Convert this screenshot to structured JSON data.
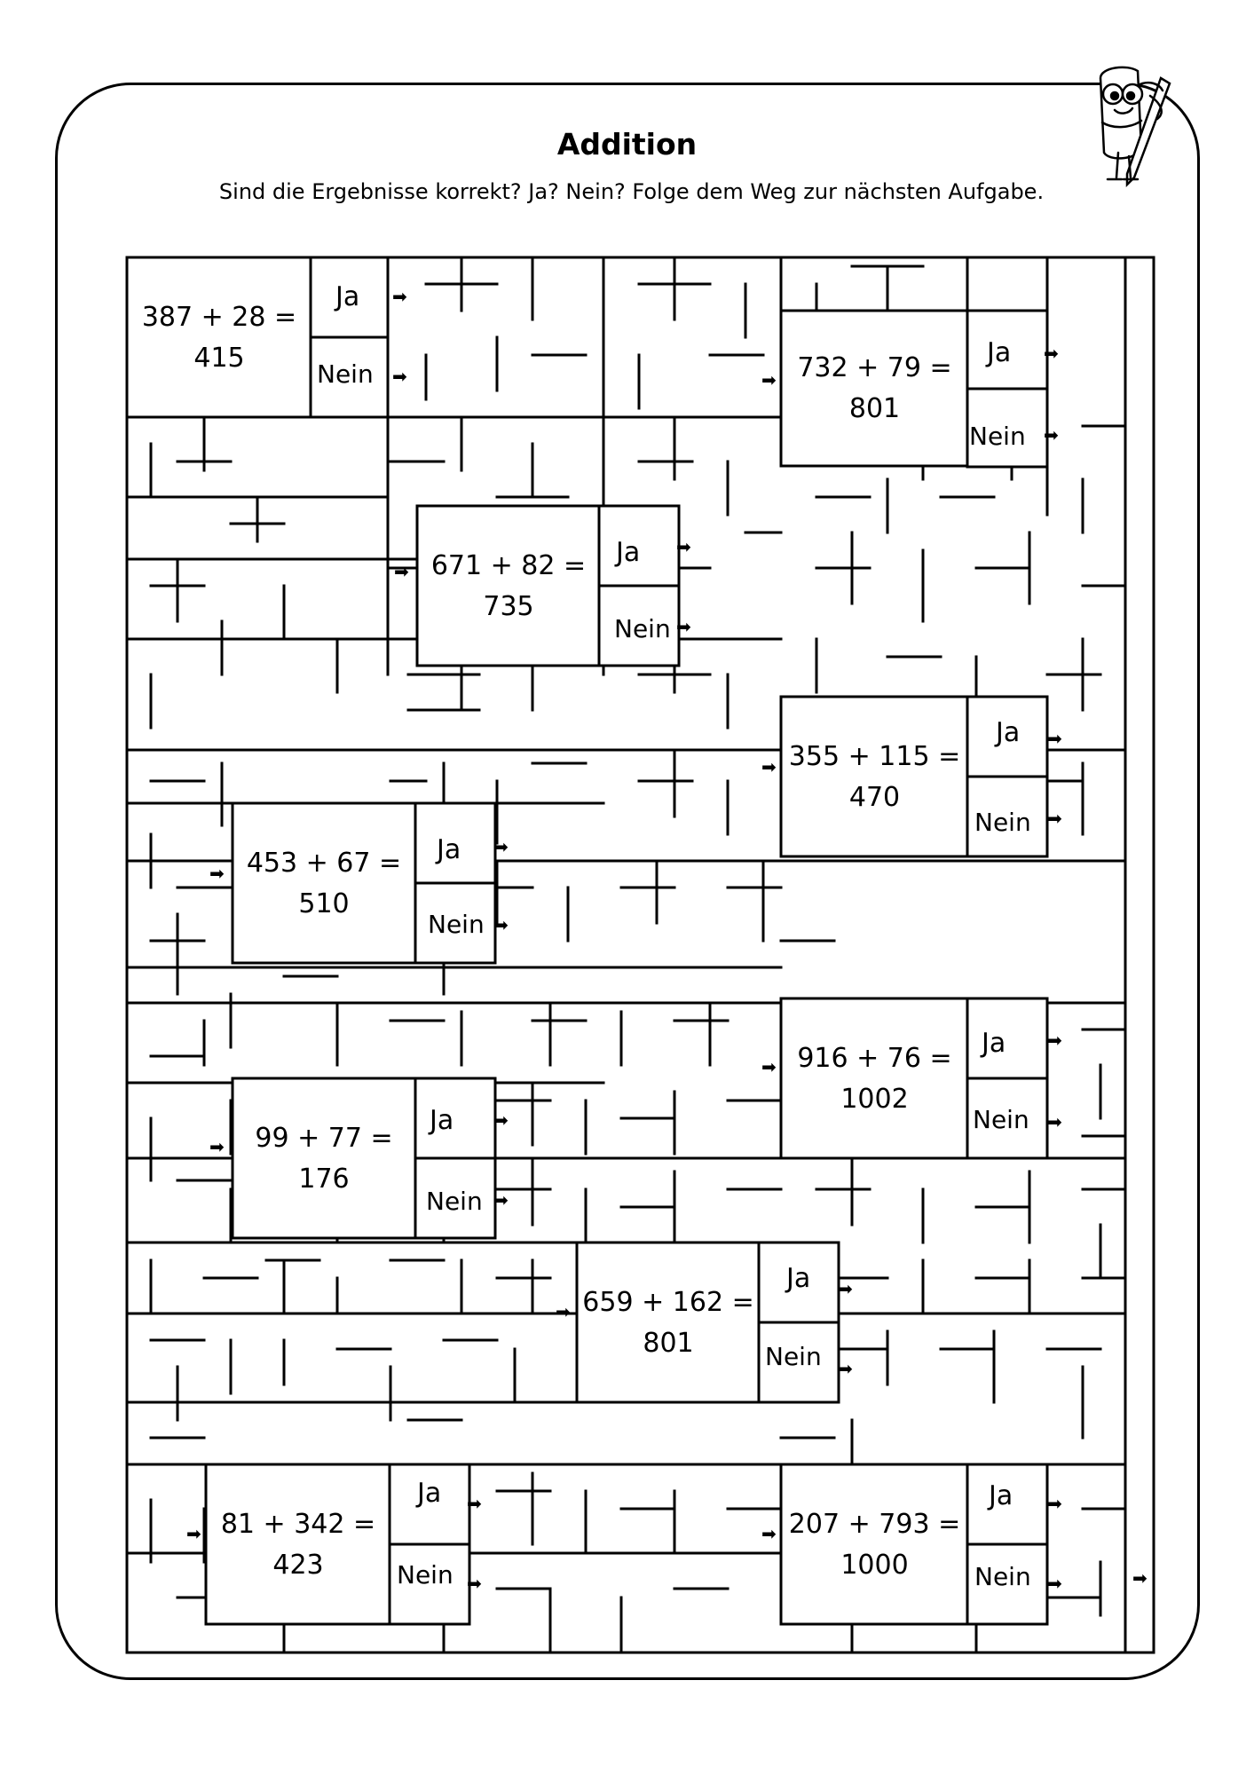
{
  "header": {
    "title": "Addition",
    "subtitle": "Sind die Ergebnisse korrekt? Ja? Nein? Folge dem Weg zur nächsten Aufgabe."
  },
  "icons": {
    "mascot": "pencil-eraser-mascot-icon",
    "arrow": "arrow-right-icon"
  },
  "labels": {
    "yes": "Ja",
    "no": "Nein"
  },
  "tasks": [
    {
      "equation": "387 + 28 =",
      "result": "415"
    },
    {
      "equation": "732 + 79 =",
      "result": "801"
    },
    {
      "equation": "671 + 82 =",
      "result": "735"
    },
    {
      "equation": "355 + 115 =",
      "result": "470"
    },
    {
      "equation": "453 + 67 =",
      "result": "510"
    },
    {
      "equation": "916 + 76 =",
      "result": "1002"
    },
    {
      "equation": "99 + 77 =",
      "result": "176"
    },
    {
      "equation": "659 + 162 =",
      "result": "801"
    },
    {
      "equation": "81 + 342 =",
      "result": "423"
    },
    {
      "equation": "207 + 793 =",
      "result": "1000"
    }
  ]
}
